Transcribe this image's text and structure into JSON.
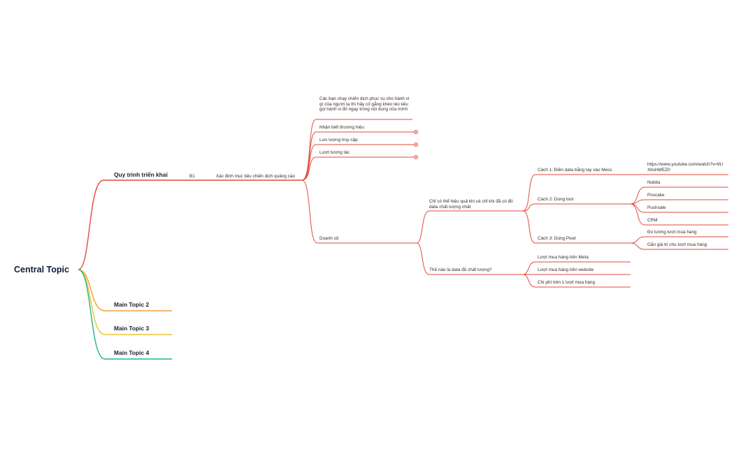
{
  "colors": {
    "branch_red": "#e24a3f",
    "branch_orange": "#f0a03c",
    "branch_yellow": "#e6c633",
    "branch_green": "#1fb582",
    "text_dark": "#1c1c2e",
    "text_node": "#3a2a2a"
  },
  "central_topic": "Central Topic",
  "main_topics": {
    "t1": "Quy trình triển khai",
    "t2": "Main Topic 2",
    "t3": "Main Topic 3",
    "t4": "Main Topic 4"
  },
  "nodes": {
    "b1": "B1",
    "xac_dinh": "Xác định mục tiêu chiến dịch quảng cáo",
    "note": "Các bạn chạy chiến dịch phục vụ cho hành vi gì của người ta thì hãy cố gắng khéo léo kêu gọi hành vi đó ngay trong nội dung của mình",
    "nhan_biet": "Nhận biết thương hiệu",
    "luu_luong": "Lưu lượng truy cập",
    "luot_tuong_tac": "Lượt tương tác",
    "doanh_so": "Doanh số",
    "chi_co_the": "Chỉ có thể hiệu quả khi và chỉ khi đã có đủ data chất lượng nhất",
    "the_nao": "Thế nào là data đủ chất lượng?",
    "cach1": "Cách 1: Điền data bằng tay vào Mess",
    "youtube": "https://www.youtube.com/watch?v=9UXbsHbfEZ0",
    "cach2": "Cách 2: Dùng tool",
    "nobita": "Nobita",
    "poscake": "Poscake",
    "pushsale": "Pushsale",
    "crm": "CRM",
    "cach3": "Cách 3: Dùng Pixel",
    "do_luong": "Đo lường lượt mua hàng",
    "gan_gia_tri": "Gắn giá trị cho lượt mua hàng",
    "meta": "Lượt mua hàng trên Meta",
    "website": "Lượt mua hàng trên website",
    "chi_phi": "Chi phí trên 1 lượt mua hàng"
  }
}
